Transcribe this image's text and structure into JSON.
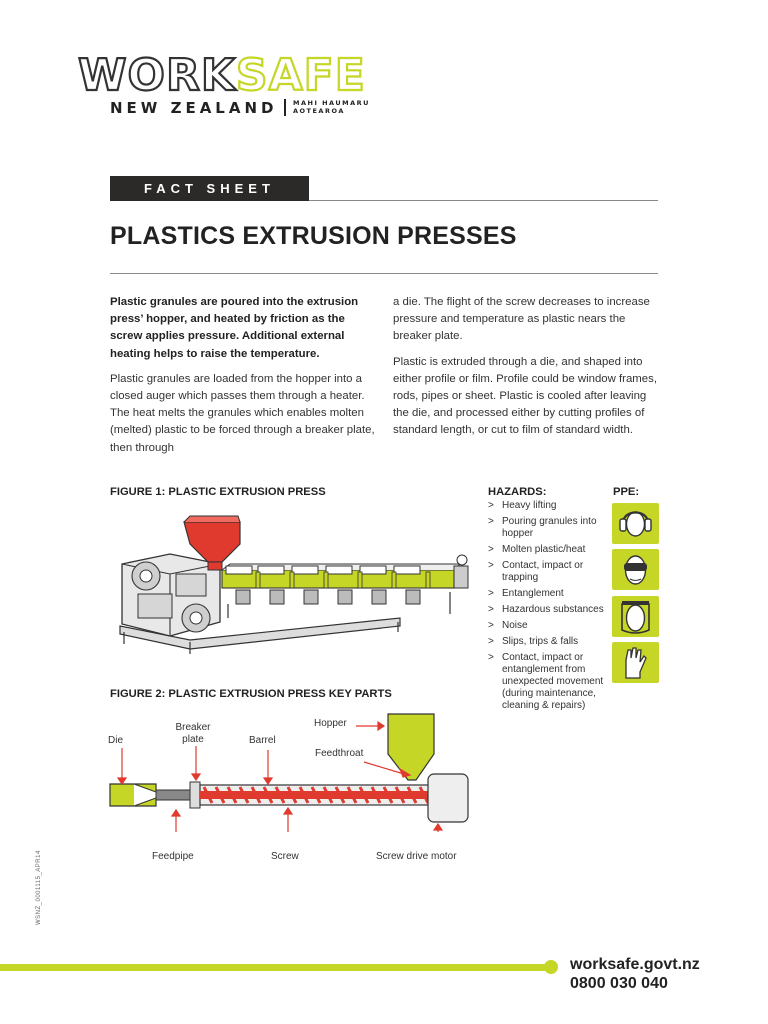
{
  "logo": {
    "work": "WORK",
    "safe": "SAFE",
    "country": "NEW ZEALAND",
    "maori_line1": "MAHI HAUMARU",
    "maori_line2": "AOTEAROA"
  },
  "label": "FACT SHEET",
  "title": "PLASTICS EXTRUSION PRESSES",
  "intro_bold": "Plastic granules are poured into the extrusion press’ hopper, and heated by friction as the screw applies pressure. Additional external heating helps to raise the temperature.",
  "para1": "Plastic granules are loaded from the hopper into a closed auger which passes them through a heater. The heat melts the granules which enables molten (melted) plastic to be forced through a breaker plate, then through",
  "para2": "a die. The flight of the screw decreases to increase pressure and temperature as plastic nears the breaker plate.",
  "para3": "Plastic is extruded through a die, and shaped into either profile or film. Profile could be window frames, rods, pipes or sheet. Plastic is cooled after leaving the die, and processed either by cutting profiles of standard length, or cut to film of standard width.",
  "figure1_title": "FIGURE 1: PLASTIC EXTRUSION PRESS",
  "figure2_title": "FIGURE 2: PLASTIC EXTRUSION PRESS KEY PARTS",
  "hazards_title": "HAZARDS:",
  "ppe_title": "PPE:",
  "hazards": [
    "Heavy lifting",
    "Pouring granules into hopper",
    "Molten plastic/heat",
    "Contact, impact or trapping",
    "Entanglement",
    "Hazardous substances",
    "Noise",
    "Slips, trips & falls",
    "Contact, impact or entanglement from unexpected movement (during maintenance, cleaning & repairs)"
  ],
  "ppe_icons": [
    "ear-protection-icon",
    "eye-protection-icon",
    "face-shield-icon",
    "gloves-icon"
  ],
  "parts": {
    "die": "Die",
    "breaker_plate": "Breaker plate",
    "barrel": "Barrel",
    "hopper": "Hopper",
    "feedthroat": "Feedthroat",
    "feedpipe": "Feedpipe",
    "screw": "Screw",
    "motor": "Screw drive motor"
  },
  "doc_code": "WSNZ_0001115_APR14",
  "footer": {
    "website": "worksafe.govt.nz",
    "phone": "0800 030 040"
  },
  "colors": {
    "brand_green": "#c5d626",
    "red": "#e03a2f",
    "dark": "#2c2a29"
  }
}
